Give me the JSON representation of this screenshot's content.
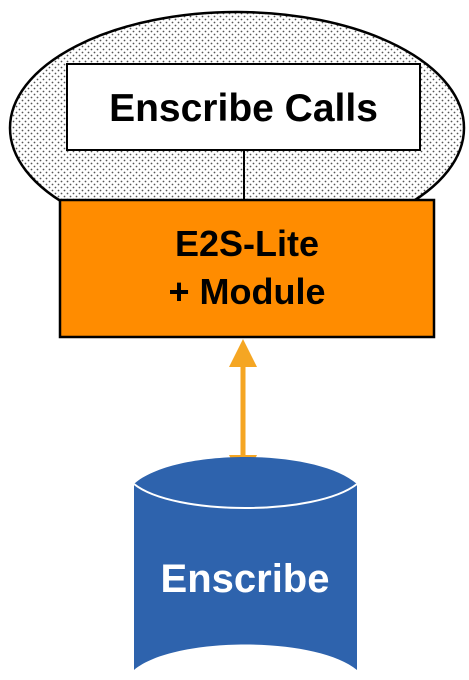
{
  "diagram": {
    "top_box_label": "Enscribe Calls",
    "module_box_line1": "E2S-Lite",
    "module_box_line2": "+ Module",
    "database_label": "Enscribe"
  },
  "colors": {
    "module_fill": "#ff8c00",
    "database_fill": "#2e63ad",
    "arrow": "#f5a623",
    "ellipse_dots": "#555555"
  },
  "icons": {
    "arrow": "double-headed-arrow",
    "database": "cylinder"
  }
}
